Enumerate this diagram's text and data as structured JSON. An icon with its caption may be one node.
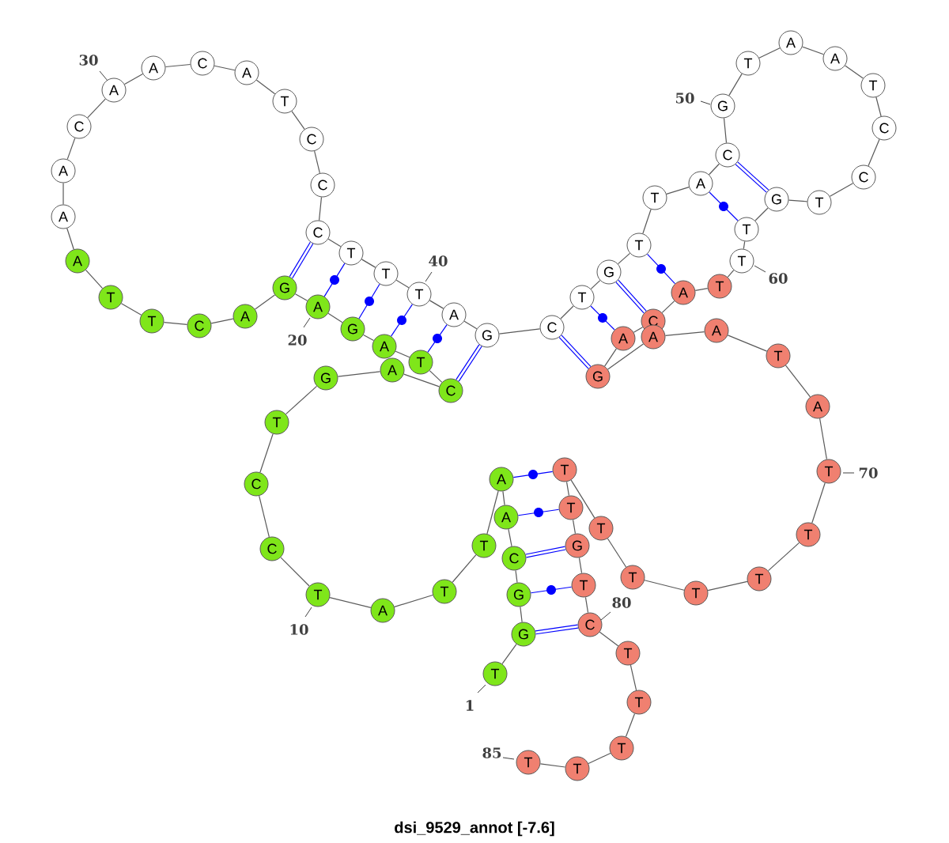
{
  "diagram": {
    "title": "dsi_9529_annot [-7.6]",
    "nodes": [
      {
        "text": [
          "T"
        ],
        "beside": [
          "1"
        ]
      },
      {
        "text": [
          "G"
        ]
      },
      {
        "text": [
          "G"
        ]
      },
      {
        "text": [
          "C"
        ]
      },
      {
        "text": [
          "A"
        ]
      },
      {
        "text": [
          "A"
        ]
      },
      {
        "text": [
          "T"
        ]
      },
      {
        "text": [
          "T"
        ]
      },
      {
        "text": [
          "A"
        ]
      },
      {
        "text": [
          "T"
        ],
        "beside": [
          "10"
        ]
      },
      {
        "text": [
          "C"
        ]
      },
      {
        "text": [
          "C"
        ]
      },
      {
        "text": [
          "T"
        ]
      },
      {
        "text": [
          "G"
        ]
      },
      {
        "text": [
          "A"
        ]
      },
      {
        "text": [
          "C"
        ]
      },
      {
        "text": [
          "T"
        ]
      },
      {
        "text": [
          "A"
        ]
      },
      {
        "text": [
          "G"
        ]
      },
      {
        "text": [
          "A"
        ],
        "beside": [
          "20"
        ]
      },
      {
        "text": [
          "G"
        ]
      },
      {
        "text": [
          "A"
        ]
      },
      {
        "text": [
          "C"
        ]
      },
      {
        "text": [
          "T"
        ]
      },
      {
        "text": [
          "T"
        ]
      },
      {
        "text": [
          "A"
        ]
      },
      {
        "text": [
          "A"
        ]
      },
      {
        "text": [
          "A"
        ]
      },
      {
        "text": [
          "C"
        ]
      },
      {
        "text": [
          "A"
        ],
        "beside": [
          "30"
        ]
      },
      {
        "text": [
          "A"
        ]
      },
      {
        "text": [
          "C"
        ]
      },
      {
        "text": [
          "A"
        ]
      },
      {
        "text": [
          "T"
        ]
      },
      {
        "text": [
          "C"
        ]
      },
      {
        "text": [
          "C"
        ]
      },
      {
        "text": [
          "C"
        ]
      },
      {
        "text": [
          "T"
        ]
      },
      {
        "text": [
          "T"
        ]
      },
      {
        "text": [
          "T"
        ],
        "beside": [
          "40"
        ]
      },
      {
        "text": [
          "A"
        ]
      },
      {
        "text": [
          "G"
        ]
      },
      {
        "text": [
          "C"
        ]
      },
      {
        "text": [
          "T"
        ]
      },
      {
        "text": [
          "G"
        ]
      },
      {
        "text": [
          "T"
        ]
      },
      {
        "text": [
          "T"
        ]
      },
      {
        "text": [
          "A"
        ]
      },
      {
        "text": [
          "C"
        ]
      },
      {
        "text": [
          "G"
        ],
        "beside": [
          "50"
        ]
      },
      {
        "text": [
          "T"
        ]
      },
      {
        "text": [
          "A"
        ]
      },
      {
        "text": [
          "A"
        ]
      },
      {
        "text": [
          "T"
        ]
      },
      {
        "text": [
          "C"
        ]
      },
      {
        "text": [
          "C"
        ]
      },
      {
        "text": [
          "T"
        ]
      },
      {
        "text": [
          "G"
        ]
      },
      {
        "text": [
          "T"
        ]
      },
      {
        "text": [
          "T"
        ],
        "beside": [
          "60"
        ]
      },
      {
        "text": [
          "T"
        ]
      },
      {
        "text": [
          "A"
        ]
      },
      {
        "text": [
          "C"
        ]
      },
      {
        "text": [
          "A"
        ]
      },
      {
        "text": [
          "G"
        ]
      },
      {
        "text": [
          "A"
        ]
      },
      {
        "text": [
          "A"
        ]
      },
      {
        "text": [
          "T"
        ]
      },
      {
        "text": [
          "A"
        ]
      },
      {
        "text": [
          "T"
        ],
        "beside": [
          "70"
        ]
      },
      {
        "text": [
          "T"
        ]
      },
      {
        "text": [
          "T"
        ]
      },
      {
        "text": [
          "T"
        ]
      },
      {
        "text": [
          "T"
        ]
      },
      {
        "text": [
          "T"
        ]
      },
      {
        "text": [
          "T"
        ]
      },
      {
        "text": [
          "T"
        ]
      },
      {
        "text": [
          "G"
        ]
      },
      {
        "text": [
          "T"
        ]
      },
      {
        "text": [
          "C"
        ],
        "beside": [
          "80"
        ]
      },
      {
        "text": [
          "T"
        ]
      },
      {
        "text": [
          "T"
        ]
      },
      {
        "text": [
          "T"
        ]
      },
      {
        "text": [
          "T"
        ]
      },
      {
        "text": [
          "T"
        ],
        "beside": [
          "85"
        ]
      }
    ],
    "edges": [
      {
        "from": 0,
        "to": 1,
        "arrow": "none"
      },
      {
        "from": 1,
        "to": 2,
        "arrow": "none"
      },
      {
        "from": 2,
        "to": 3,
        "arrow": "none"
      },
      {
        "from": 3,
        "to": 4,
        "arrow": "none"
      },
      {
        "from": 4,
        "to": 5,
        "arrow": "none"
      },
      {
        "from": 5,
        "to": 6,
        "arrow": "none"
      },
      {
        "from": 6,
        "to": 7,
        "arrow": "none"
      },
      {
        "from": 7,
        "to": 8,
        "arrow": "none"
      },
      {
        "from": 8,
        "to": 9,
        "arrow": "none"
      },
      {
        "from": 9,
        "to": 10,
        "arrow": "none"
      },
      {
        "from": 10,
        "to": 11,
        "arrow": "none"
      },
      {
        "from": 11,
        "to": 12,
        "arrow": "none"
      },
      {
        "from": 12,
        "to": 13,
        "arrow": "none"
      },
      {
        "from": 13,
        "to": 14,
        "arrow": "none"
      },
      {
        "from": 14,
        "to": 15,
        "arrow": "none"
      },
      {
        "from": 15,
        "to": 16,
        "arrow": "none"
      },
      {
        "from": 16,
        "to": 17,
        "arrow": "none"
      },
      {
        "from": 17,
        "to": 18,
        "arrow": "none"
      },
      {
        "from": 18,
        "to": 19,
        "arrow": "none"
      },
      {
        "from": 19,
        "to": 20,
        "arrow": "none"
      },
      {
        "from": 20,
        "to": 21,
        "arrow": "none"
      },
      {
        "from": 21,
        "to": 22,
        "arrow": "none"
      },
      {
        "from": 22,
        "to": 23,
        "arrow": "none"
      },
      {
        "from": 23,
        "to": 24,
        "arrow": "none"
      },
      {
        "from": 24,
        "to": 25,
        "arrow": "none"
      },
      {
        "from": 25,
        "to": 26,
        "arrow": "none"
      },
      {
        "from": 26,
        "to": 27,
        "arrow": "none"
      },
      {
        "from": 27,
        "to": 28,
        "arrow": "none"
      },
      {
        "from": 28,
        "to": 29,
        "arrow": "none"
      },
      {
        "from": 29,
        "to": 30,
        "arrow": "none"
      },
      {
        "from": 30,
        "to": 31,
        "arrow": "none"
      },
      {
        "from": 31,
        "to": 32,
        "arrow": "none"
      },
      {
        "from": 32,
        "to": 33,
        "arrow": "none"
      },
      {
        "from": 33,
        "to": 34,
        "arrow": "none"
      },
      {
        "from": 34,
        "to": 35,
        "arrow": "none"
      },
      {
        "from": 35,
        "to": 36,
        "arrow": "none"
      },
      {
        "from": 36,
        "to": 37,
        "arrow": "none"
      },
      {
        "from": 37,
        "to": 38,
        "arrow": "none"
      },
      {
        "from": 38,
        "to": 39,
        "arrow": "none"
      },
      {
        "from": 39,
        "to": 40,
        "arrow": "none"
      },
      {
        "from": 40,
        "to": 41,
        "arrow": "none"
      },
      {
        "from": 41,
        "to": 42,
        "arrow": "none"
      },
      {
        "from": 42,
        "to": 43,
        "arrow": "none"
      },
      {
        "from": 43,
        "to": 44,
        "arrow": "none"
      },
      {
        "from": 44,
        "to": 45,
        "arrow": "none"
      },
      {
        "from": 45,
        "to": 46,
        "arrow": "none"
      },
      {
        "from": 46,
        "to": 47,
        "arrow": "none"
      },
      {
        "from": 47,
        "to": 48,
        "arrow": "none"
      },
      {
        "from": 48,
        "to": 49,
        "arrow": "none"
      },
      {
        "from": 49,
        "to": 50,
        "arrow": "none"
      },
      {
        "from": 50,
        "to": 51,
        "arrow": "none"
      },
      {
        "from": 51,
        "to": 52,
        "arrow": "none"
      },
      {
        "from": 52,
        "to": 53,
        "arrow": "none"
      },
      {
        "from": 53,
        "to": 54,
        "arrow": "none"
      },
      {
        "from": 54,
        "to": 55,
        "arrow": "none"
      },
      {
        "from": 55,
        "to": 56,
        "arrow": "none"
      },
      {
        "from": 56,
        "to": 57,
        "arrow": "none"
      },
      {
        "from": 57,
        "to": 58,
        "arrow": "none"
      },
      {
        "from": 58,
        "to": 59,
        "arrow": "none"
      },
      {
        "from": 59,
        "to": 60,
        "arrow": "none"
      },
      {
        "from": 60,
        "to": 61,
        "arrow": "none"
      },
      {
        "from": 61,
        "to": 62,
        "arrow": "none"
      },
      {
        "from": 62,
        "to": 63,
        "arrow": "none"
      },
      {
        "from": 63,
        "to": 64,
        "arrow": "none"
      },
      {
        "from": 64,
        "to": 65,
        "arrow": "none"
      },
      {
        "from": 65,
        "to": 66,
        "arrow": "none"
      },
      {
        "from": 66,
        "to": 67,
        "arrow": "none"
      },
      {
        "from": 67,
        "to": 68,
        "arrow": "none"
      },
      {
        "from": 68,
        "to": 69,
        "arrow": "none"
      },
      {
        "from": 69,
        "to": 70,
        "arrow": "none"
      },
      {
        "from": 70,
        "to": 71,
        "arrow": "none"
      },
      {
        "from": 71,
        "to": 72,
        "arrow": "none"
      },
      {
        "from": 72,
        "to": 73,
        "arrow": "none"
      },
      {
        "from": 73,
        "to": 74,
        "arrow": "none"
      },
      {
        "from": 74,
        "to": 75,
        "arrow": "none"
      },
      {
        "from": 75,
        "to": 76,
        "arrow": "none"
      },
      {
        "from": 76,
        "to": 77,
        "arrow": "none"
      },
      {
        "from": 77,
        "to": 78,
        "arrow": "none"
      },
      {
        "from": 78,
        "to": 79,
        "arrow": "none"
      },
      {
        "from": 79,
        "to": 80,
        "arrow": "none"
      },
      {
        "from": 80,
        "to": 81,
        "arrow": "none"
      },
      {
        "from": 81,
        "to": 82,
        "arrow": "none"
      },
      {
        "from": 82,
        "to": 83,
        "arrow": "none"
      },
      {
        "from": 83,
        "to": 84,
        "arrow": "none"
      },
      {
        "from": 1,
        "to": 79,
        "arrow": "none",
        "style": "thick",
        "color": "#0000ff"
      },
      {
        "from": 2,
        "to": 78,
        "arrow": "none",
        "color": "#0000ff"
      },
      {
        "from": 3,
        "to": 77,
        "arrow": "none",
        "style": "thick",
        "color": "#0000ff"
      },
      {
        "from": 4,
        "to": 76,
        "arrow": "none",
        "color": "#0000ff"
      },
      {
        "from": 5,
        "to": 75,
        "arrow": "none",
        "color": "#0000ff"
      },
      {
        "from": 20,
        "to": 36,
        "arrow": "none",
        "style": "thick",
        "color": "#0000ff"
      },
      {
        "from": 19,
        "to": 37,
        "arrow": "none",
        "color": "#0000ff"
      },
      {
        "from": 18,
        "to": 38,
        "arrow": "none",
        "color": "#0000ff"
      },
      {
        "from": 17,
        "to": 39,
        "arrow": "none",
        "color": "#0000ff"
      },
      {
        "from": 16,
        "to": 40,
        "arrow": "none",
        "color": "#0000ff"
      },
      {
        "from": 15,
        "to": 41,
        "arrow": "none",
        "style": "thick",
        "color": "#0000ff"
      },
      {
        "from": 42,
        "to": 64,
        "arrow": "none",
        "style": "thick",
        "color": "#0000ff"
      },
      {
        "from": 43,
        "to": 63,
        "arrow": "none",
        "color": "#0000ff"
      },
      {
        "from": 44,
        "to": 62,
        "arrow": "none",
        "style": "thick",
        "color": "#0000ff"
      },
      {
        "from": 45,
        "to": 61,
        "arrow": "none",
        "color": "#0000ff"
      },
      {
        "from": 47,
        "to": 58,
        "arrow": "none",
        "color": "#0000ff"
      },
      {
        "from": 48,
        "to": 57,
        "arrow": "none",
        "style": "thick",
        "color": "#0000ff"
      }
    ]
  }
}
